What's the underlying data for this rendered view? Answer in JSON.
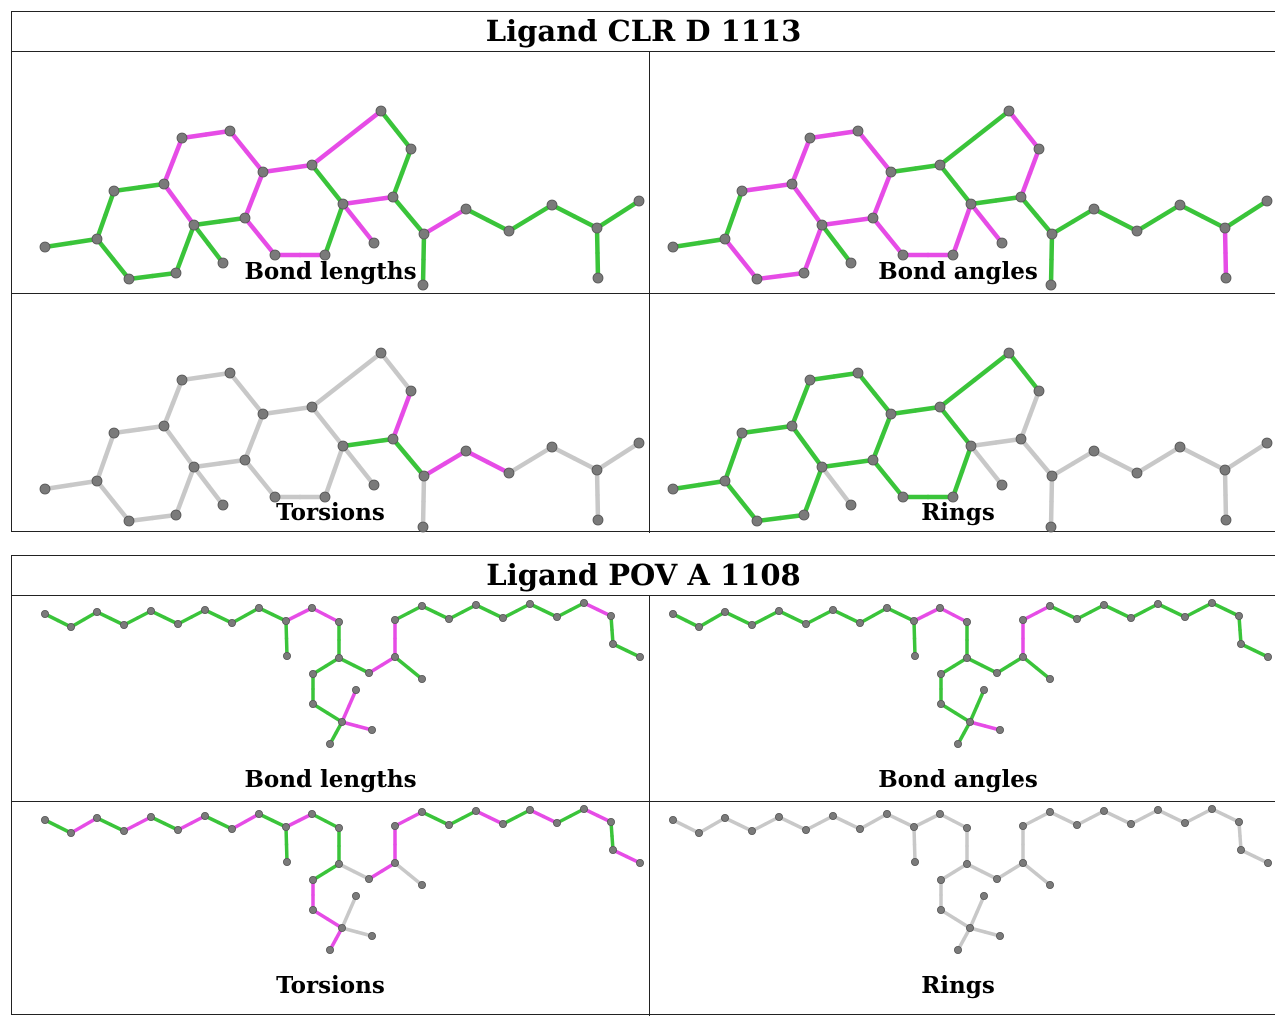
{
  "colors": {
    "outlier": "#e64ce6",
    "ok": "#3ac43a",
    "not_assessed": "#c8c8c8",
    "atom": "#7a7a7a"
  },
  "panels": [
    {
      "title": "Ligand CLR D 1113",
      "cells": [
        {
          "label": "Bond lengths"
        },
        {
          "label": "Bond angles"
        },
        {
          "label": "Torsions"
        },
        {
          "label": "Rings"
        }
      ]
    },
    {
      "title": "Ligand POV A 1108",
      "cells": [
        {
          "label": "Bond lengths"
        },
        {
          "label": "Bond angles"
        },
        {
          "label": "Torsions"
        },
        {
          "label": "Rings"
        }
      ]
    }
  ]
}
